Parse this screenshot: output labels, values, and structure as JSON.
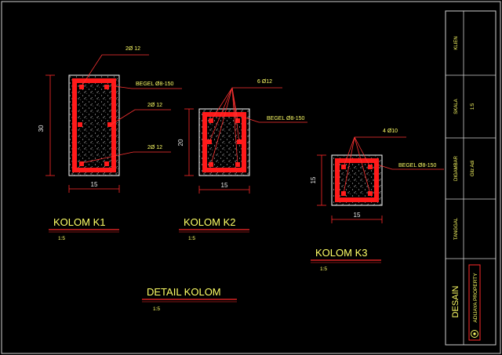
{
  "colors": {
    "background": "#000000",
    "frame": "#cfcfcf",
    "rebar": "#ff1a1a",
    "dim": "#ff2a2a",
    "text_yellow": "#ffff66",
    "text_white": "#e8e8e8",
    "leader": "#ff3333"
  },
  "columns": [
    {
      "title": "KOLOM  K1",
      "scale": "1:5",
      "width_dim": "15",
      "height_dim": "30",
      "callouts": [
        "2Ø 12",
        "BEGEL Ø8-150",
        "2Ø 12",
        "2Ø 12"
      ]
    },
    {
      "title": "KOLOM  K2",
      "scale": "1:5",
      "width_dim": "15",
      "height_dim": "20",
      "callouts": [
        "6 Ø12",
        "BEGEL Ø8-150"
      ]
    },
    {
      "title": "KOLOM  K3",
      "scale": "1:5",
      "width_dim": "15",
      "height_dim": "15",
      "callouts": [
        "4 Ø10",
        "BEGEL Ø8-150"
      ]
    }
  ],
  "detail": {
    "title": "DETAIL  KOLOM",
    "scale": "1:5"
  },
  "title_block": {
    "fields": [
      {
        "label": "KLIEN",
        "value": ""
      },
      {
        "label": "SKALA",
        "value": "1:5"
      },
      {
        "label": "DIGAMBAR",
        "value": "Gilz Adi"
      },
      {
        "label": "TANGGAL",
        "value": ""
      }
    ],
    "section": "DESAIN",
    "company": "ADIJAYA PROPERTY"
  }
}
